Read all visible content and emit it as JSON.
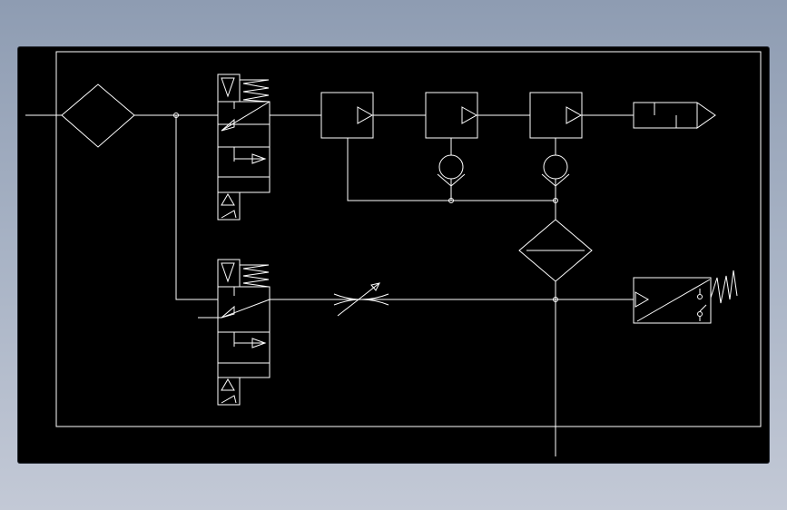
{
  "viewport": {
    "title": "",
    "background_color": "#9aa6ba",
    "canvas_color": "#000000",
    "line_color": "#ffffff"
  },
  "diagram": {
    "type": "pneumatic-schematic",
    "components": [
      {
        "id": "filter-main",
        "icon": "filter-diamond"
      },
      {
        "id": "valve-upper",
        "icon": "solenoid-valve-3-2"
      },
      {
        "id": "valve-lower",
        "icon": "solenoid-valve-3-2"
      },
      {
        "id": "unit-1",
        "icon": "pressure-boost-box"
      },
      {
        "id": "unit-2",
        "icon": "pressure-boost-box"
      },
      {
        "id": "unit-3",
        "icon": "pressure-boost-box"
      },
      {
        "id": "check-valve-1",
        "icon": "check-valve"
      },
      {
        "id": "check-valve-2",
        "icon": "check-valve"
      },
      {
        "id": "outlet-nozzle",
        "icon": "silencer-outlet"
      },
      {
        "id": "filter-secondary",
        "icon": "filter-diamond"
      },
      {
        "id": "flow-control",
        "icon": "adjustable-throttle"
      },
      {
        "id": "pressure-switch",
        "icon": "pressure-switch"
      }
    ]
  }
}
